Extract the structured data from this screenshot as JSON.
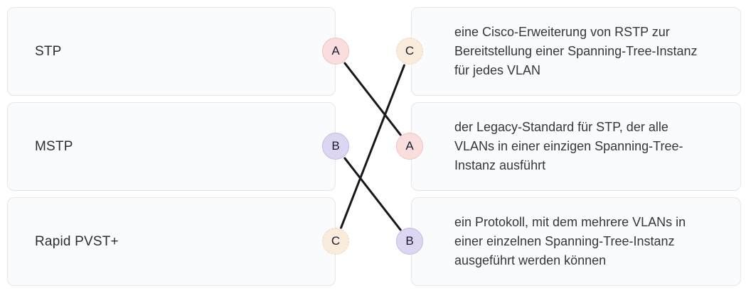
{
  "matching_exercise": {
    "left_column": {
      "items": [
        {
          "label": "STP",
          "badge": "A"
        },
        {
          "label": "MSTP",
          "badge": "B"
        },
        {
          "label": "Rapid PVST+",
          "badge": "C"
        }
      ]
    },
    "right_column": {
      "items": [
        {
          "text": "eine Cisco-Erweiterung von RSTP zur Bereitstellung einer Spanning-Tree-Instanz für jedes VLAN",
          "badge": "C"
        },
        {
          "text": "der Legacy-Standard für STP, der alle VLANs in einer einzigen Spanning-Tree-Instanz ausführt",
          "badge": "A"
        },
        {
          "text": "ein Protokoll, mit dem mehrere VLANs in einer einzelnen Spanning-Tree-Instanz ausgeführt werden können",
          "badge": "B"
        }
      ]
    },
    "connections": [
      {
        "label": "A",
        "left_row": 0,
        "right_row": 1
      },
      {
        "label": "B",
        "left_row": 1,
        "right_row": 2
      },
      {
        "label": "C",
        "left_row": 2,
        "right_row": 0
      }
    ],
    "badge_colors": {
      "A": {
        "background": "#fadedd",
        "border": "#f0c2c0",
        "border_style": "solid"
      },
      "B": {
        "background": "#ddd6f2",
        "border": "#c4b9e8",
        "border_style": "solid"
      },
      "C": {
        "background": "#faecdd",
        "border": "#e9d6bf",
        "border_style": "dashed"
      }
    },
    "line_color": "#17171c",
    "card_background": "#fafbfc",
    "card_border": "#e6e7e9"
  }
}
